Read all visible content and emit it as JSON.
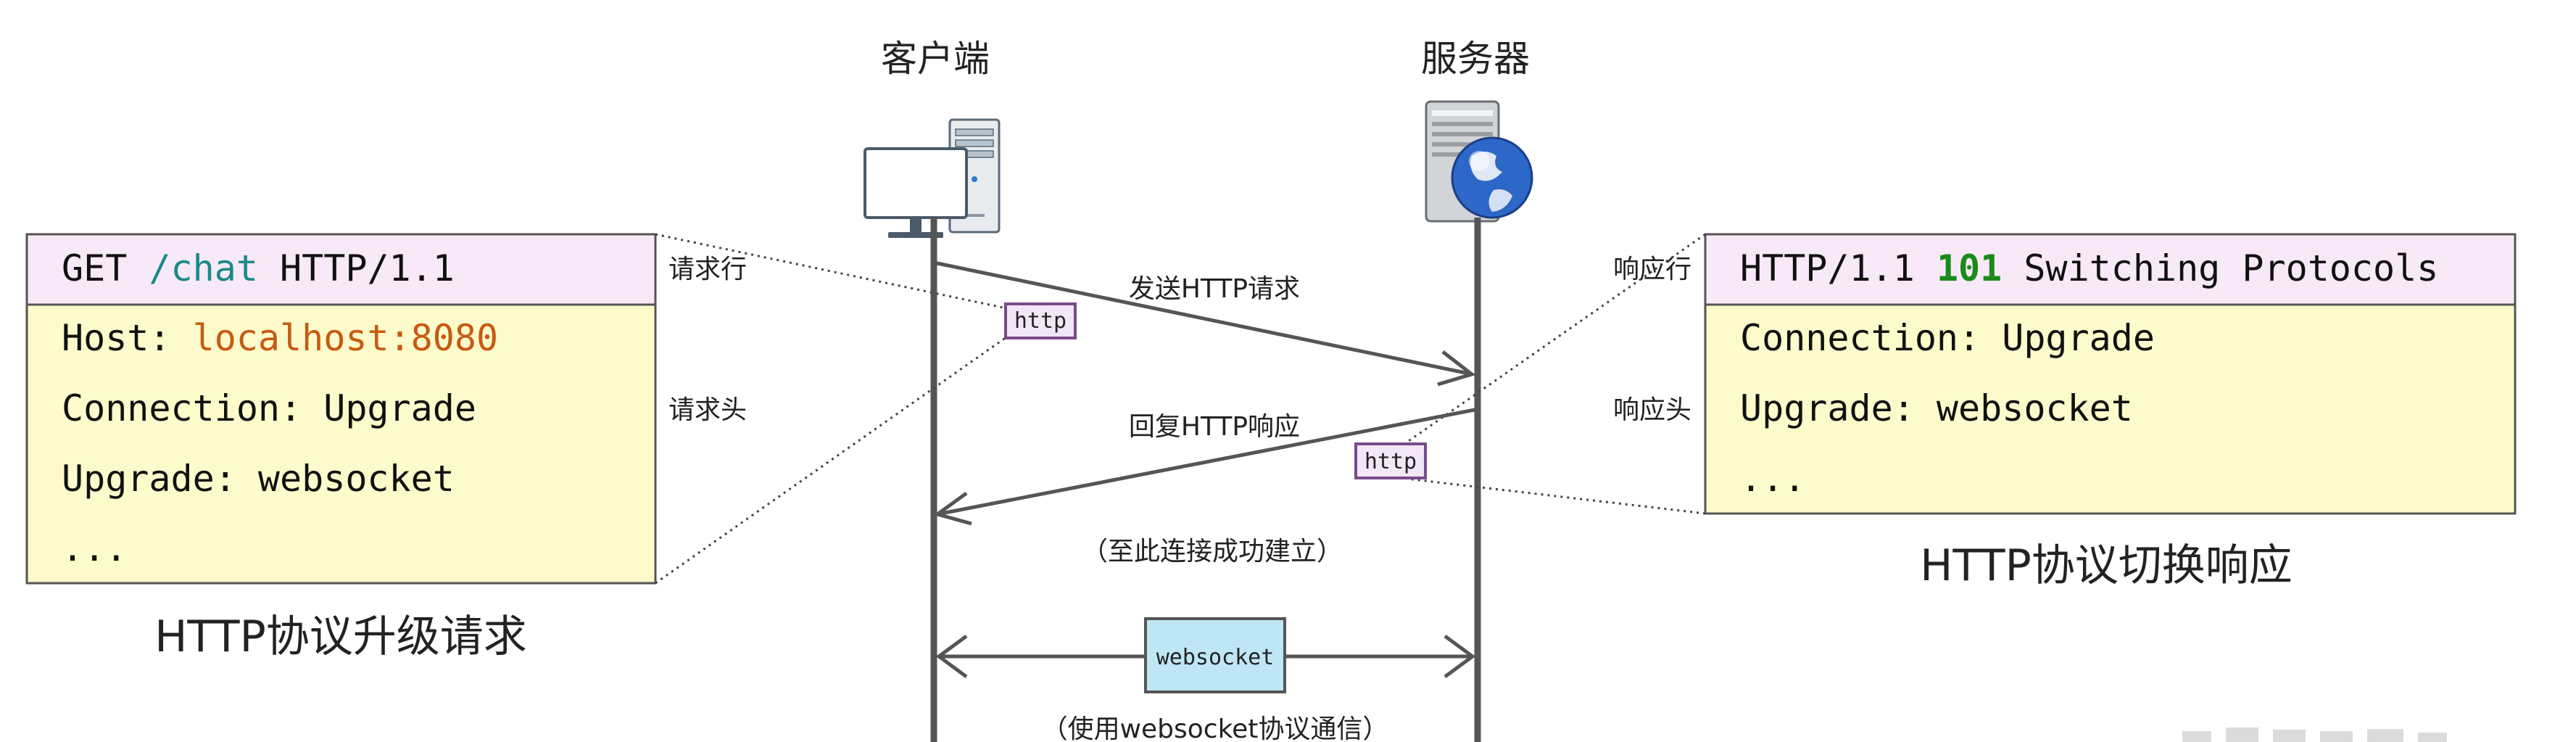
{
  "actors": {
    "client": {
      "label": "客户端"
    },
    "server": {
      "label": "服务器"
    }
  },
  "request_box": {
    "request_line": {
      "method": "GET",
      "path": "/chat",
      "version": "HTTP/1.1"
    },
    "headers": [
      {
        "key": "Host:",
        "value": "localhost:8080"
      },
      {
        "text": "Connection: Upgrade"
      },
      {
        "text": "Upgrade: websocket"
      },
      {
        "text": "..."
      }
    ],
    "caption": "HTTP协议升级请求",
    "label_line": "请求行",
    "label_headers": "请求头"
  },
  "response_box": {
    "status_line": {
      "version": "HTTP/1.1",
      "code": "101",
      "reason": "Switching Protocols"
    },
    "headers": [
      {
        "text": "Connection: Upgrade"
      },
      {
        "text": "Upgrade: websocket"
      },
      {
        "text": "..."
      }
    ],
    "caption": "HTTP协议切换响应",
    "label_line": "响应行",
    "label_headers": "响应头"
  },
  "messages": {
    "send_request": "发送HTTP请求",
    "reply_response": "回复HTTP响应",
    "tag_request": "http",
    "tag_response": "http",
    "established": "（至此连接成功建立）",
    "ws_tag": "websocket",
    "ws_note": "（使用websocket协议通信）"
  },
  "colors": {
    "header_fill": "#f7e9f7",
    "body_fill": "#fdfbcb",
    "box_stroke": "#555555",
    "path_teal": "#1a8a86",
    "value_orange": "#c85a12",
    "status_green": "#1a8a1a",
    "tag_fill": "#f3e6f7",
    "tag_stroke": "#7a4a8a",
    "ws_fill": "#bfe6f5",
    "line": "#555555"
  }
}
